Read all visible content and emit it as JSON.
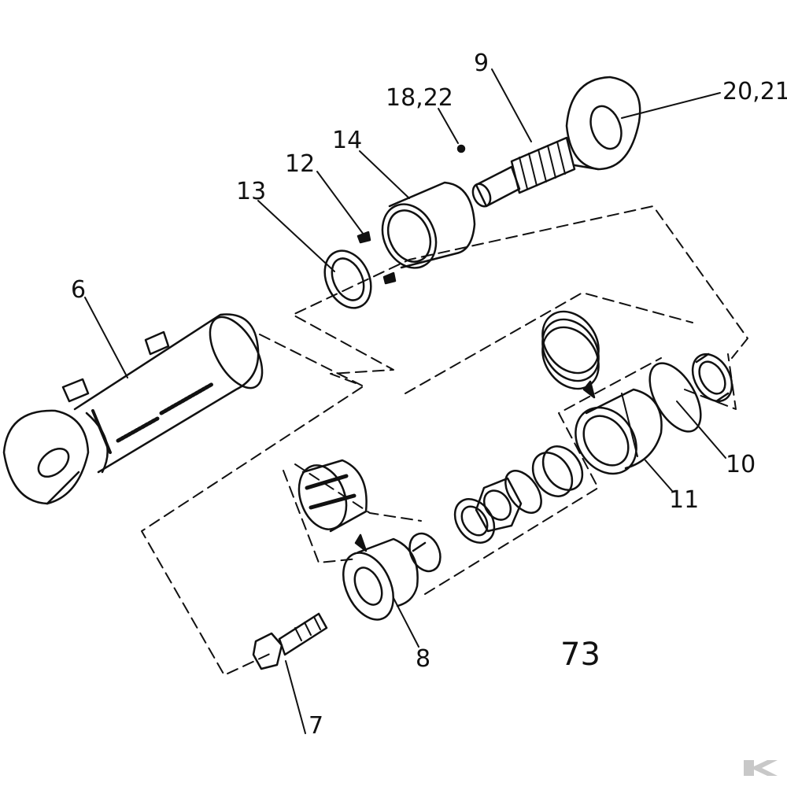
{
  "diagram": {
    "figure_number": "73",
    "callouts": {
      "c6": "6",
      "c7": "7",
      "c8": "8",
      "c9": "9",
      "c10": "10",
      "c11": "11",
      "c12": "12",
      "c13": "13",
      "c14": "14",
      "c18_22": "18,22",
      "c20_21": "20,21"
    }
  },
  "colors": {
    "ink": "#111111",
    "paper": "#ffffff",
    "watermark": "#c8c8c8"
  }
}
